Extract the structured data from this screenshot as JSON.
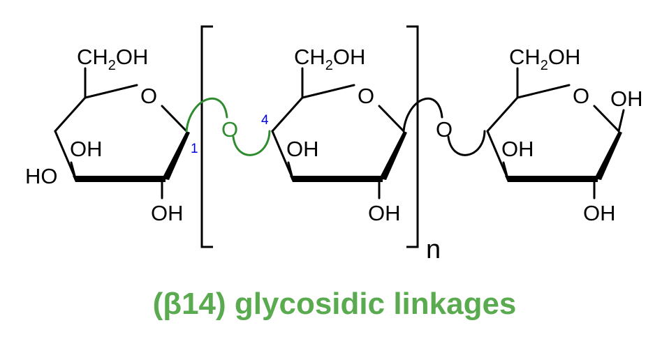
{
  "colors": {
    "bond": "#000000",
    "highlight_link": "#2e8b2e",
    "locant": "#0000dd",
    "caption": "#5aaa50"
  },
  "residues": [
    {
      "ch2": "CH",
      "ch2_sub": "2",
      "ch2_oh": "OH",
      "ring_o": "O",
      "oh3": "OH",
      "oh2": "OH",
      "oh4": "HO"
    },
    {
      "ch2": "CH",
      "ch2_sub": "2",
      "ch2_oh": "OH",
      "ring_o": "O",
      "oh3": "OH",
      "oh2": "OH"
    },
    {
      "ch2": "CH",
      "ch2_sub": "2",
      "ch2_oh": "OH",
      "ring_o": "O",
      "oh3": "OH",
      "oh2": "OH",
      "oh1": "OH"
    }
  ],
  "linkages": [
    {
      "o_label": "O",
      "locant_c1": "1",
      "locant_c4": "4"
    },
    {
      "o_label": "O"
    }
  ],
  "repeat_subscript": "n",
  "caption": "(β1\u001f4) glycosidic linkages"
}
